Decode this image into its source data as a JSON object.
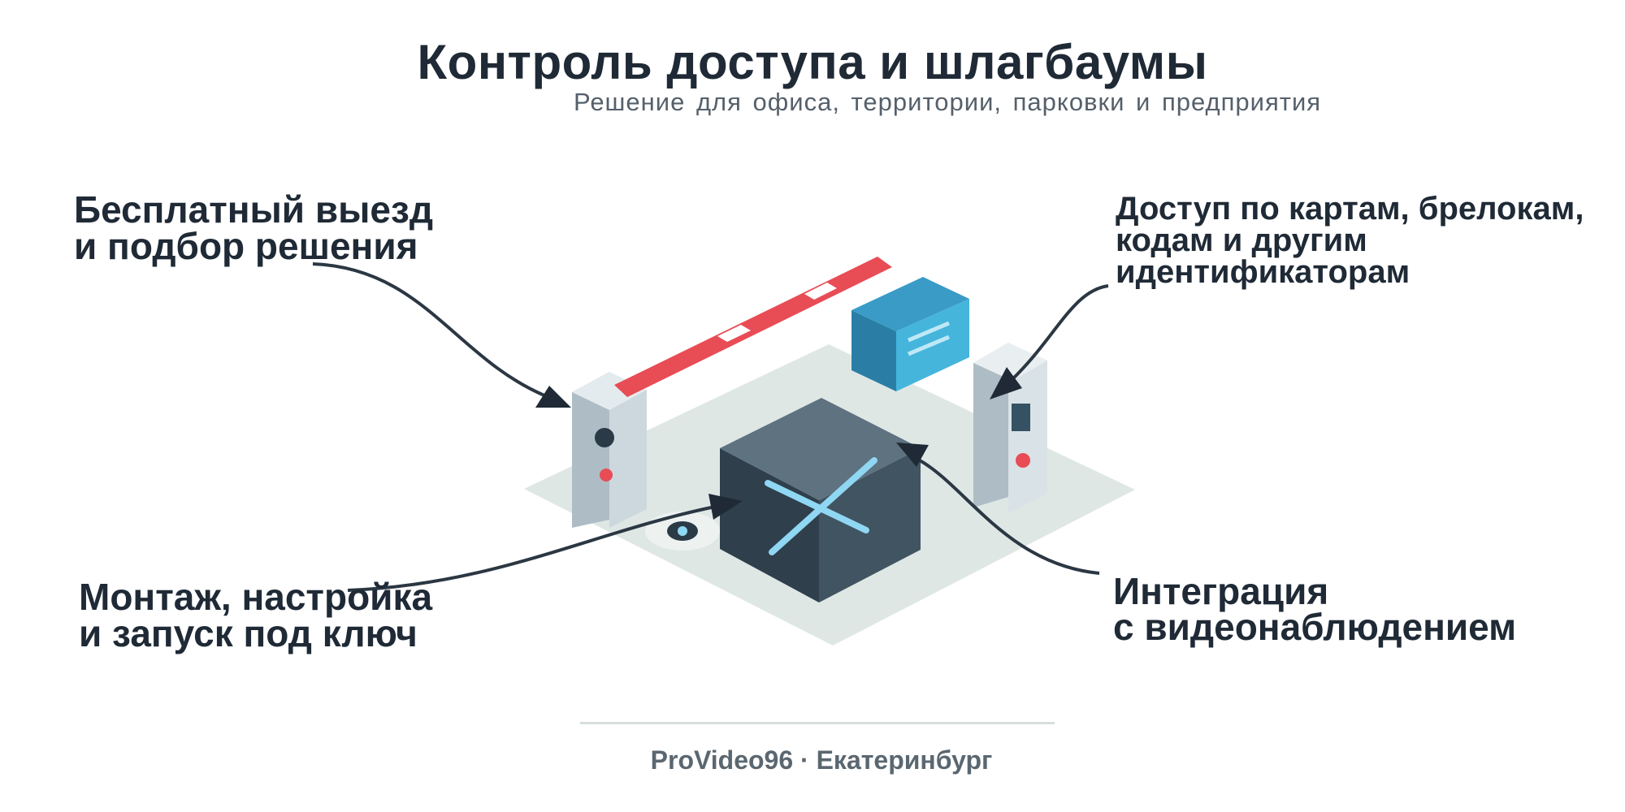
{
  "header": {
    "title": "Контроль доступа и шлагбаумы",
    "subtitle": "Решение для офиса, территории, парковки и предприятия"
  },
  "callouts": {
    "top_left": {
      "line1": "Бесплатный выезд",
      "line2": "и подбор решения"
    },
    "top_right": {
      "line1": "Доступ по картам, брелокам,",
      "line2": "кодам и другим",
      "line3": "идентификаторам"
    },
    "bottom_left": {
      "line1": "Монтаж, настройка",
      "line2": "и запуск под ключ"
    },
    "bottom_right": {
      "line1": "Интеграция",
      "line2": "с видеонаблюдением"
    }
  },
  "footer": {
    "text": "ProVideo96 · Екатеринбург"
  },
  "colors": {
    "text_dark": "#1f2a36",
    "barrier_red": "#e84c55",
    "reader_blue": "#3f9fc9",
    "controller_dark": "#3a4b58",
    "floor": "#dfe7e5",
    "accent_cyan": "#8fd7f2"
  },
  "icons": {
    "barrier": "barrier-gate-icon",
    "card_reader": "card-reader-icon",
    "controller": "controller-box-icon",
    "post": "access-post-icon",
    "camera": "camera-eye-icon"
  }
}
